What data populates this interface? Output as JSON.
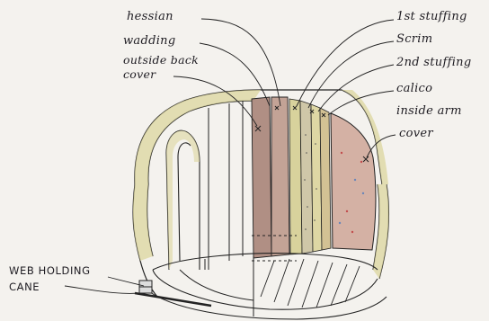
{
  "labels": {
    "hessian": "hessian",
    "wadding": "wadding",
    "outside_back_cover_1": "outside back",
    "outside_back_cover_2": "cover",
    "first_stuffing": "1st stuffing",
    "scrim": "Scrim",
    "second_stuffing": "2nd stuffing",
    "calico": "calico",
    "inside_arm": "inside arm",
    "cover": "cover",
    "web_holding": "WEB HOLDING",
    "cane": "CANE"
  },
  "colors": {
    "frame": "#d8d29a",
    "hessian_fill": "#b79488",
    "wadding_fill": "#c9a99b",
    "cover_fill": "#d6b3a6",
    "ink": "#1e1c22"
  }
}
